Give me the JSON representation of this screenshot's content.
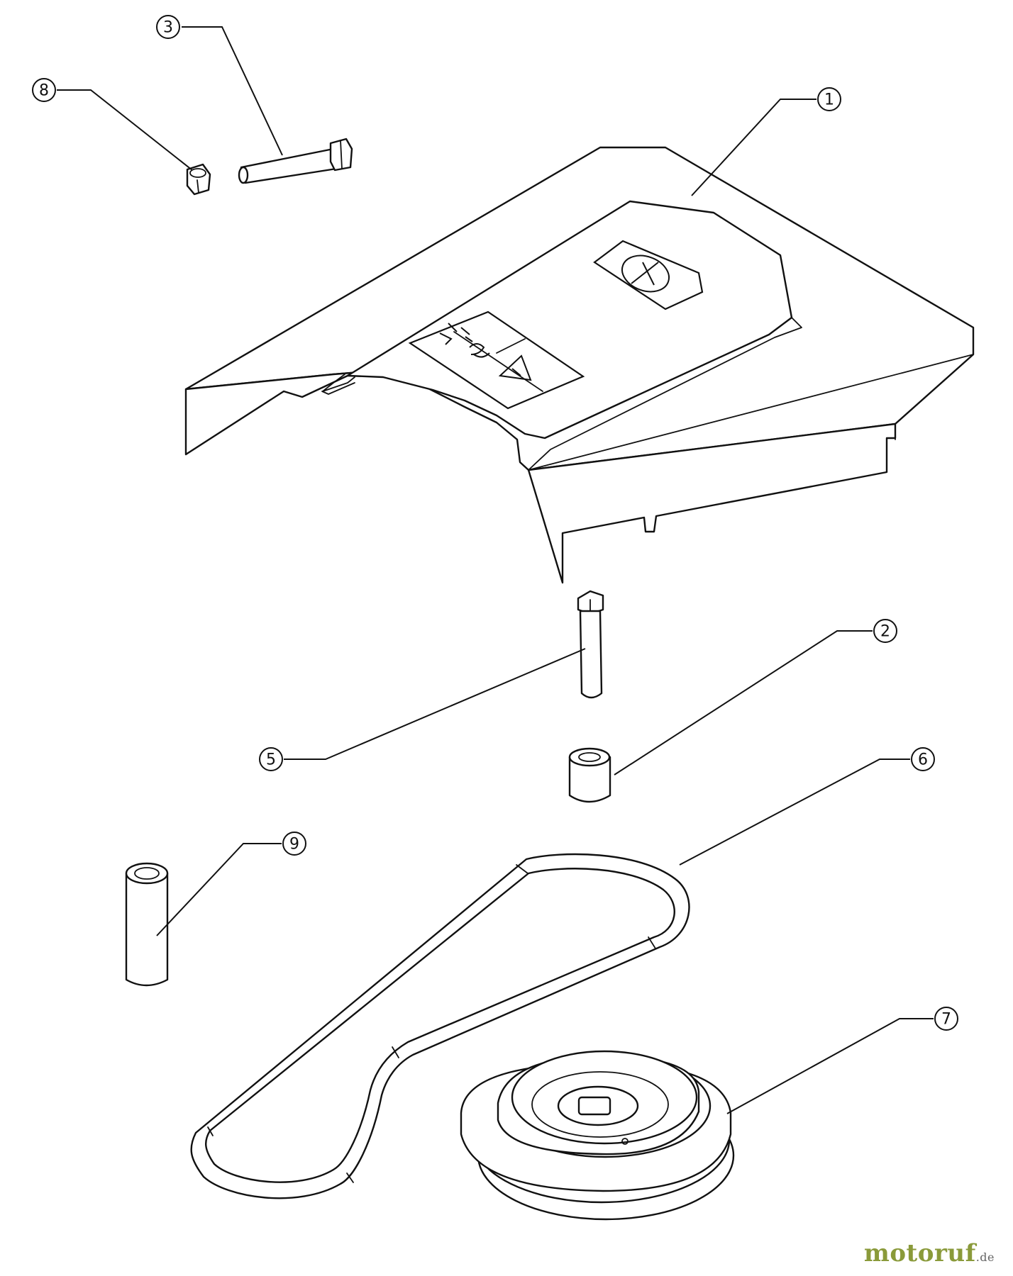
{
  "callouts": [
    "1",
    "2",
    "3",
    "5",
    "6",
    "7",
    "8",
    "9"
  ],
  "watermark": {
    "brand": "motoruf",
    "tld": ".de",
    "color": "#8a9a3a"
  },
  "line_color": "#111111",
  "background": "#ffffff"
}
